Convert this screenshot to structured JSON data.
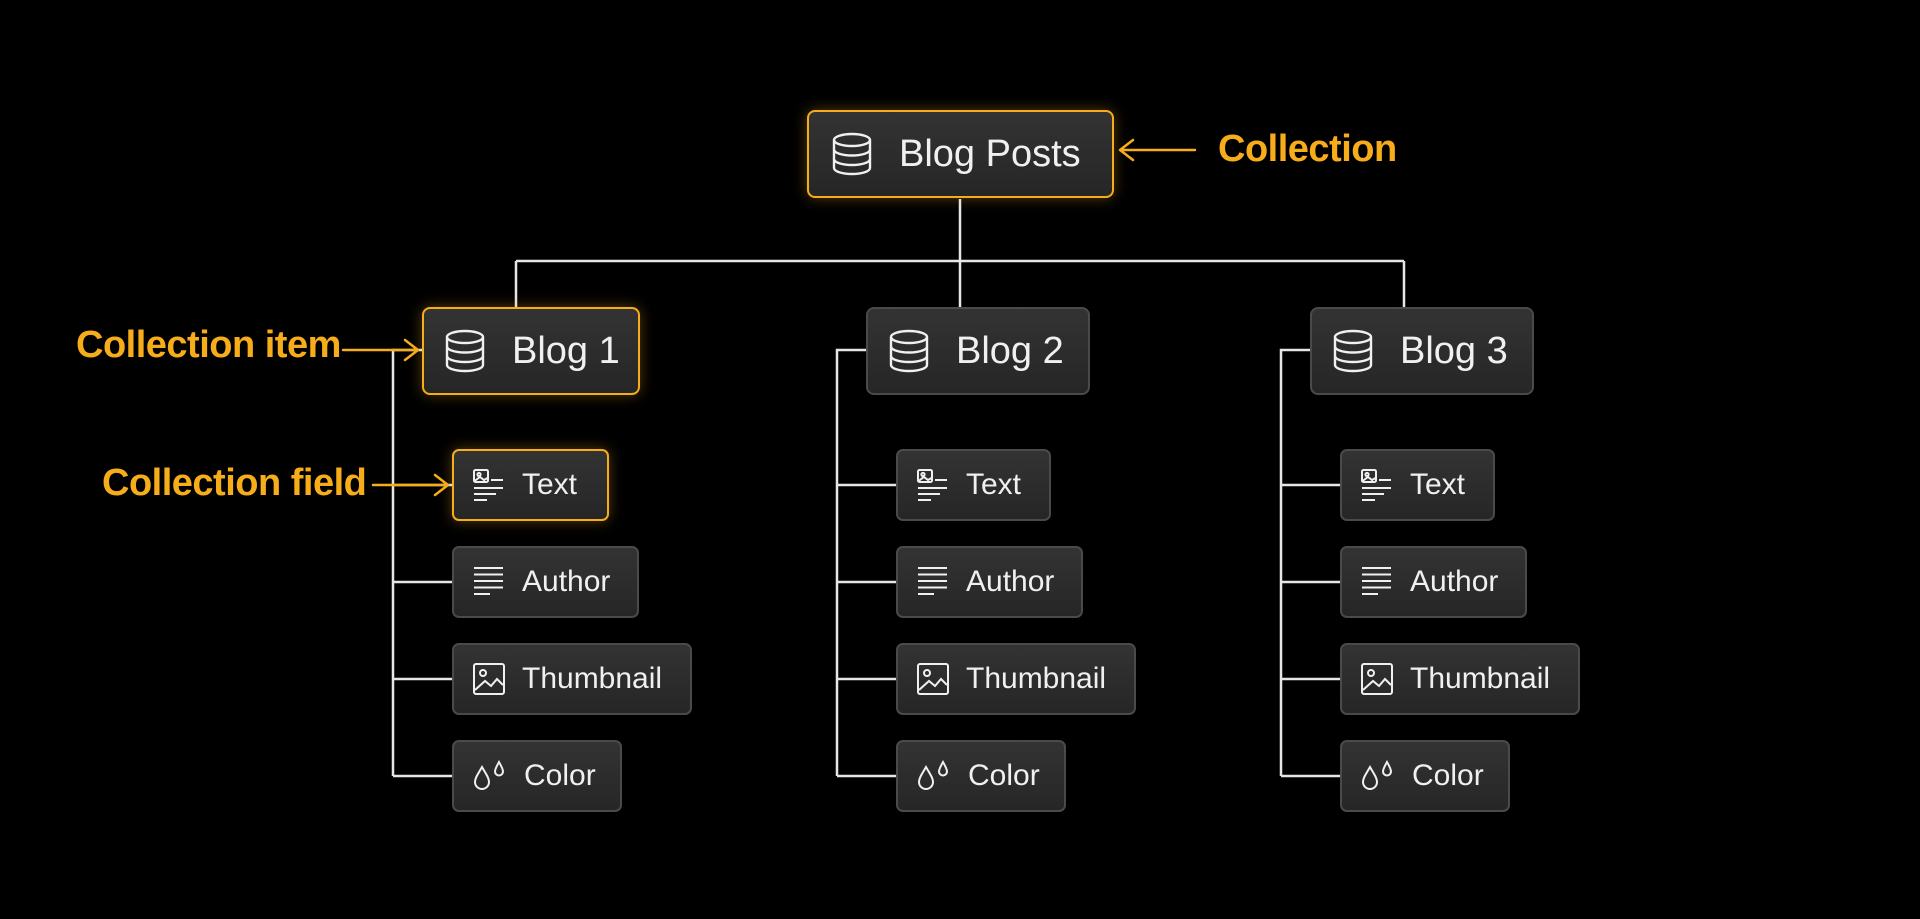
{
  "root": {
    "label": "Blog Posts",
    "icon": "database-icon"
  },
  "items": [
    {
      "label": "Blog 1",
      "icon": "database-icon",
      "fields": [
        {
          "label": "Text",
          "icon": "text-image-icon"
        },
        {
          "label": "Author",
          "icon": "lines-icon"
        },
        {
          "label": "Thumbnail",
          "icon": "image-icon"
        },
        {
          "label": "Color",
          "icon": "droplets-icon"
        }
      ]
    },
    {
      "label": "Blog 2",
      "icon": "database-icon",
      "fields": [
        {
          "label": "Text",
          "icon": "text-image-icon"
        },
        {
          "label": "Author",
          "icon": "lines-icon"
        },
        {
          "label": "Thumbnail",
          "icon": "image-icon"
        },
        {
          "label": "Color",
          "icon": "droplets-icon"
        }
      ]
    },
    {
      "label": "Blog 3",
      "icon": "database-icon",
      "fields": [
        {
          "label": "Text",
          "icon": "text-image-icon"
        },
        {
          "label": "Author",
          "icon": "lines-icon"
        },
        {
          "label": "Thumbnail",
          "icon": "image-icon"
        },
        {
          "label": "Color",
          "icon": "droplets-icon"
        }
      ]
    }
  ],
  "annotations": {
    "collection": "Collection",
    "collection_item": "Collection item",
    "collection_field": "Collection field"
  },
  "colors": {
    "background": "#000000",
    "accent": "#f7ad1a",
    "node_border": "#4a4a4a",
    "node_fill": "#2d2d2d",
    "connector": "#e6e6e6",
    "text": "#f0f0f0"
  }
}
